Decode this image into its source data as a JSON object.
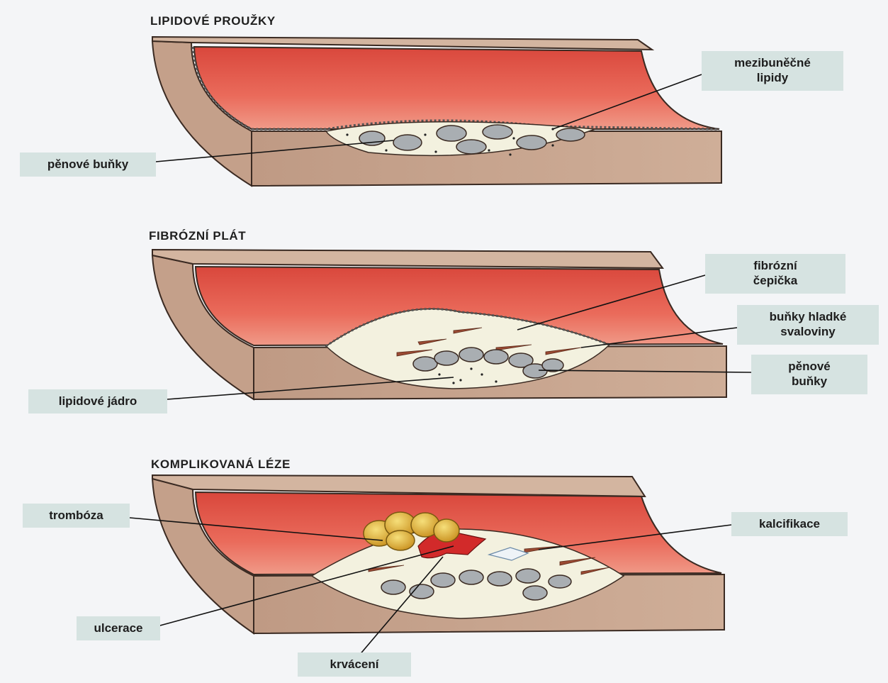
{
  "panels": [
    {
      "title": "LIPIDOVÉ PROUŽKY",
      "labels": [
        {
          "name": "label-intercellular-lipids",
          "lines": [
            "mezibuněčné",
            "lipidy"
          ]
        },
        {
          "name": "label-foam-cells",
          "lines": [
            "pěnové buňky"
          ]
        }
      ]
    },
    {
      "title": "FIBRÓZNÍ PLÁT",
      "labels": [
        {
          "name": "label-fibrous-cap",
          "lines": [
            "fibrózní",
            "čepička"
          ]
        },
        {
          "name": "label-smooth-muscle-cells",
          "lines": [
            "buňky hladké",
            "svaloviny"
          ]
        },
        {
          "name": "label-foam-cells-2",
          "lines": [
            "pěnové",
            "buňky"
          ]
        },
        {
          "name": "label-lipid-core",
          "lines": [
            "lipidové jádro"
          ]
        }
      ]
    },
    {
      "title": "KOMPLIKOVANÁ LÉZE",
      "labels": [
        {
          "name": "label-thrombosis",
          "lines": [
            "trombóza"
          ]
        },
        {
          "name": "label-calcification",
          "lines": [
            "kalcifikace"
          ]
        },
        {
          "name": "label-ulceration",
          "lines": [
            "ulcerace"
          ]
        },
        {
          "name": "label-hemorrhage",
          "lines": [
            "krvácení"
          ]
        }
      ]
    }
  ],
  "colors": {
    "wall": "#c9a690",
    "wall_shade": "#b89580",
    "intima": "#e8584a",
    "lesion": "#f3f1df",
    "foam_cell": "#a9aeb2",
    "smooth_muscle": "#9a4a33",
    "thrombus": "#e0b23a",
    "hemorrhage": "#d22a2a",
    "label_bg": "#d6e3e1"
  }
}
